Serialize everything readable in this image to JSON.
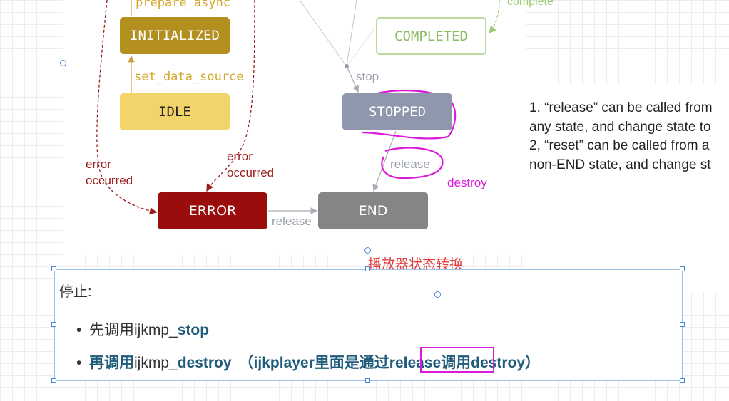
{
  "diagram": {
    "states": {
      "initialized": "INITIALIZED",
      "idle": "IDLE",
      "completed": "COMPLETED",
      "stopped": "STOPPED",
      "error": "ERROR",
      "end": "END"
    },
    "transitions": {
      "prepare_async": "prepare_async",
      "set_data_source": "set_data_source",
      "complete": "complete",
      "stop": "stop",
      "release_stopped_end": "release",
      "release_error_end": "release",
      "error_occurred_left_1": "error",
      "error_occurred_left_2": "occurred",
      "error_occurred_right_1": "error",
      "error_occurred_right_2": "occurred"
    },
    "annotation_destroy": "destroy",
    "notes": "1. “release” can be called from\nany state, and change state to\n2, “reset” can be called from a\nnon-END state, and change st"
  },
  "caption": "播放器状态转换",
  "textbox": {
    "title": "停止:",
    "bullet_marker": "•",
    "bullet1": {
      "prefix": "先调用ijkmp_",
      "keyword": "stop"
    },
    "bullet2": {
      "keyword1": "再调用",
      "middle": "ijkmp_",
      "keyword2": "destroy",
      "paren": "（ijkplayer里面是通过release调用destroy）"
    }
  },
  "colors": {
    "initialized": "#b38f1f",
    "idle": "#f2d46b",
    "completed_border": "#bcd9a2",
    "stopped": "#8e97ab",
    "error": "#9b0c0c",
    "end": "#858585",
    "highlight": "#d91ad9",
    "keyword": "#1f5b7a",
    "caption": "#e33b3b"
  }
}
